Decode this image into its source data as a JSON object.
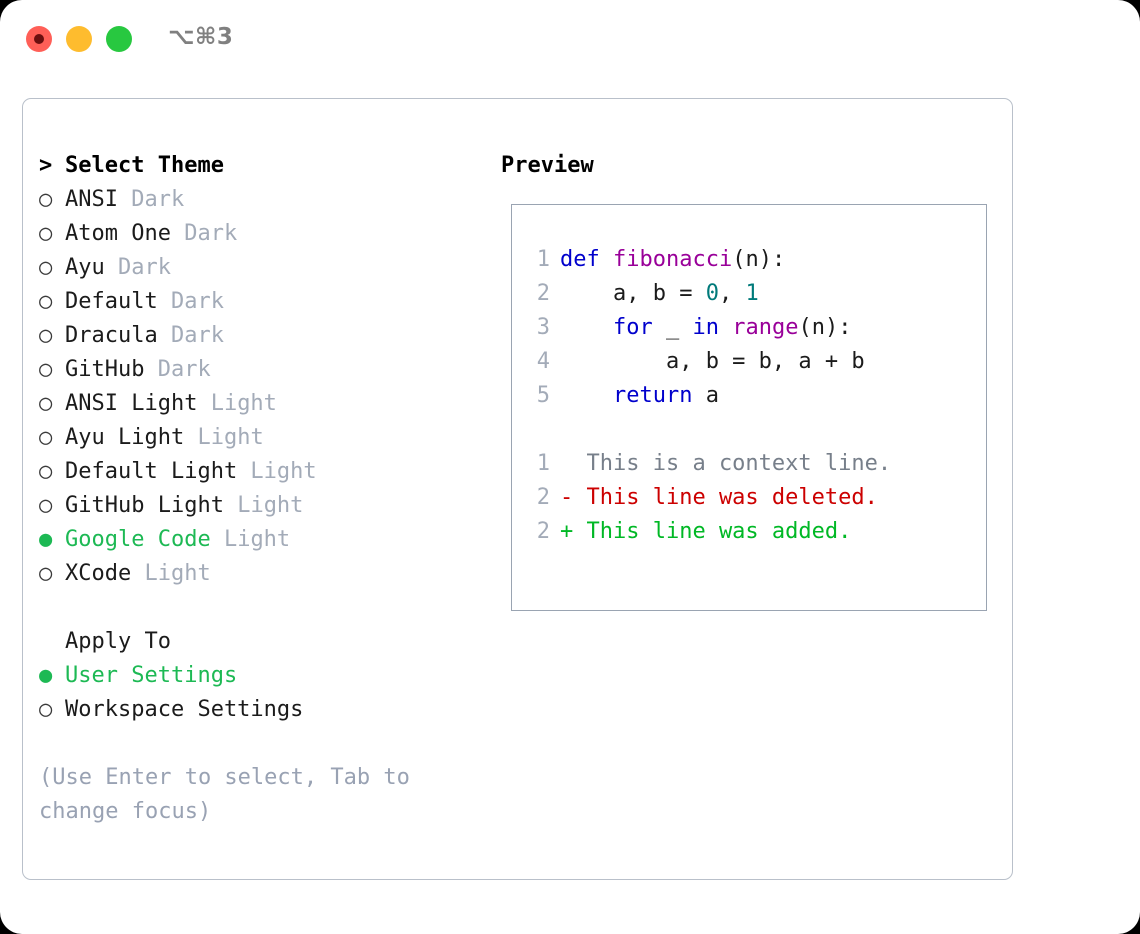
{
  "titlebar": {
    "shortcut": "⌥⌘3",
    "buttons": [
      {
        "name": "close",
        "color": "#ff5f57"
      },
      {
        "name": "minimize",
        "color": "#febc2e"
      },
      {
        "name": "maximize",
        "color": "#28c840"
      }
    ]
  },
  "theme_picker": {
    "heading": "Select Theme",
    "heading_marker": ">",
    "marker_selected": "●",
    "marker_unselected": "○",
    "items": [
      {
        "name": "ANSI",
        "variant": "Dark",
        "selected": false
      },
      {
        "name": "Atom One",
        "variant": "Dark",
        "selected": false
      },
      {
        "name": "Ayu",
        "variant": "Dark",
        "selected": false
      },
      {
        "name": "Default",
        "variant": "Dark",
        "selected": false
      },
      {
        "name": "Dracula",
        "variant": "Dark",
        "selected": false
      },
      {
        "name": "GitHub",
        "variant": "Dark",
        "selected": false
      },
      {
        "name": "ANSI Light",
        "variant": "Light",
        "selected": false
      },
      {
        "name": "Ayu Light",
        "variant": "Light",
        "selected": false
      },
      {
        "name": "Default Light",
        "variant": "Light",
        "selected": false
      },
      {
        "name": "GitHub Light",
        "variant": "Light",
        "selected": false
      },
      {
        "name": "Google Code",
        "variant": "Light",
        "selected": true
      },
      {
        "name": "XCode",
        "variant": "Light",
        "selected": false
      }
    ]
  },
  "apply_to": {
    "heading": "Apply To",
    "items": [
      {
        "name": "User Settings",
        "selected": true
      },
      {
        "name": "Workspace Settings",
        "selected": false
      }
    ]
  },
  "hint": "(Use Enter to select, Tab to change focus)",
  "preview": {
    "title": "Preview",
    "code_lines": [
      {
        "num": "1",
        "tokens": [
          {
            "t": "def ",
            "c": "kw"
          },
          {
            "t": "fibonacci",
            "c": "fn"
          },
          {
            "t": "(n):",
            "c": "pl"
          }
        ]
      },
      {
        "num": "2",
        "tokens": [
          {
            "t": "    a, b = ",
            "c": "pl"
          },
          {
            "t": "0",
            "c": "num"
          },
          {
            "t": ", ",
            "c": "pl"
          },
          {
            "t": "1",
            "c": "num"
          }
        ]
      },
      {
        "num": "3",
        "tokens": [
          {
            "t": "    ",
            "c": "pl"
          },
          {
            "t": "for",
            "c": "kw"
          },
          {
            "t": " _ ",
            "c": "pl"
          },
          {
            "t": "in",
            "c": "kw"
          },
          {
            "t": " ",
            "c": "pl"
          },
          {
            "t": "range",
            "c": "fn"
          },
          {
            "t": "(n):",
            "c": "pl"
          }
        ]
      },
      {
        "num": "4",
        "tokens": [
          {
            "t": "        a, b = b, a + b",
            "c": "pl"
          }
        ]
      },
      {
        "num": "5",
        "tokens": [
          {
            "t": "    ",
            "c": "pl"
          },
          {
            "t": "return",
            "c": "kw"
          },
          {
            "t": " a",
            "c": "pl"
          }
        ]
      }
    ],
    "diff_lines": [
      {
        "num": "1",
        "marker": "  ",
        "text": "This is a context line.",
        "kind": "ctx"
      },
      {
        "num": "2",
        "marker": "- ",
        "text": "This line was deleted.",
        "kind": "del"
      },
      {
        "num": "2",
        "marker": "+ ",
        "text": "This line was added.",
        "kind": "add"
      }
    ]
  },
  "colors": {
    "accent_green": "#1db954",
    "muted": "#a3abb8",
    "hint": "#99a2b3",
    "keyword": "#0000cc",
    "function": "#990099",
    "number": "#007a7a",
    "diff_removed": "#cc0000",
    "diff_added": "#00b825",
    "panel_border": "#b9c0ca",
    "preview_border": "#9aa4b2"
  }
}
